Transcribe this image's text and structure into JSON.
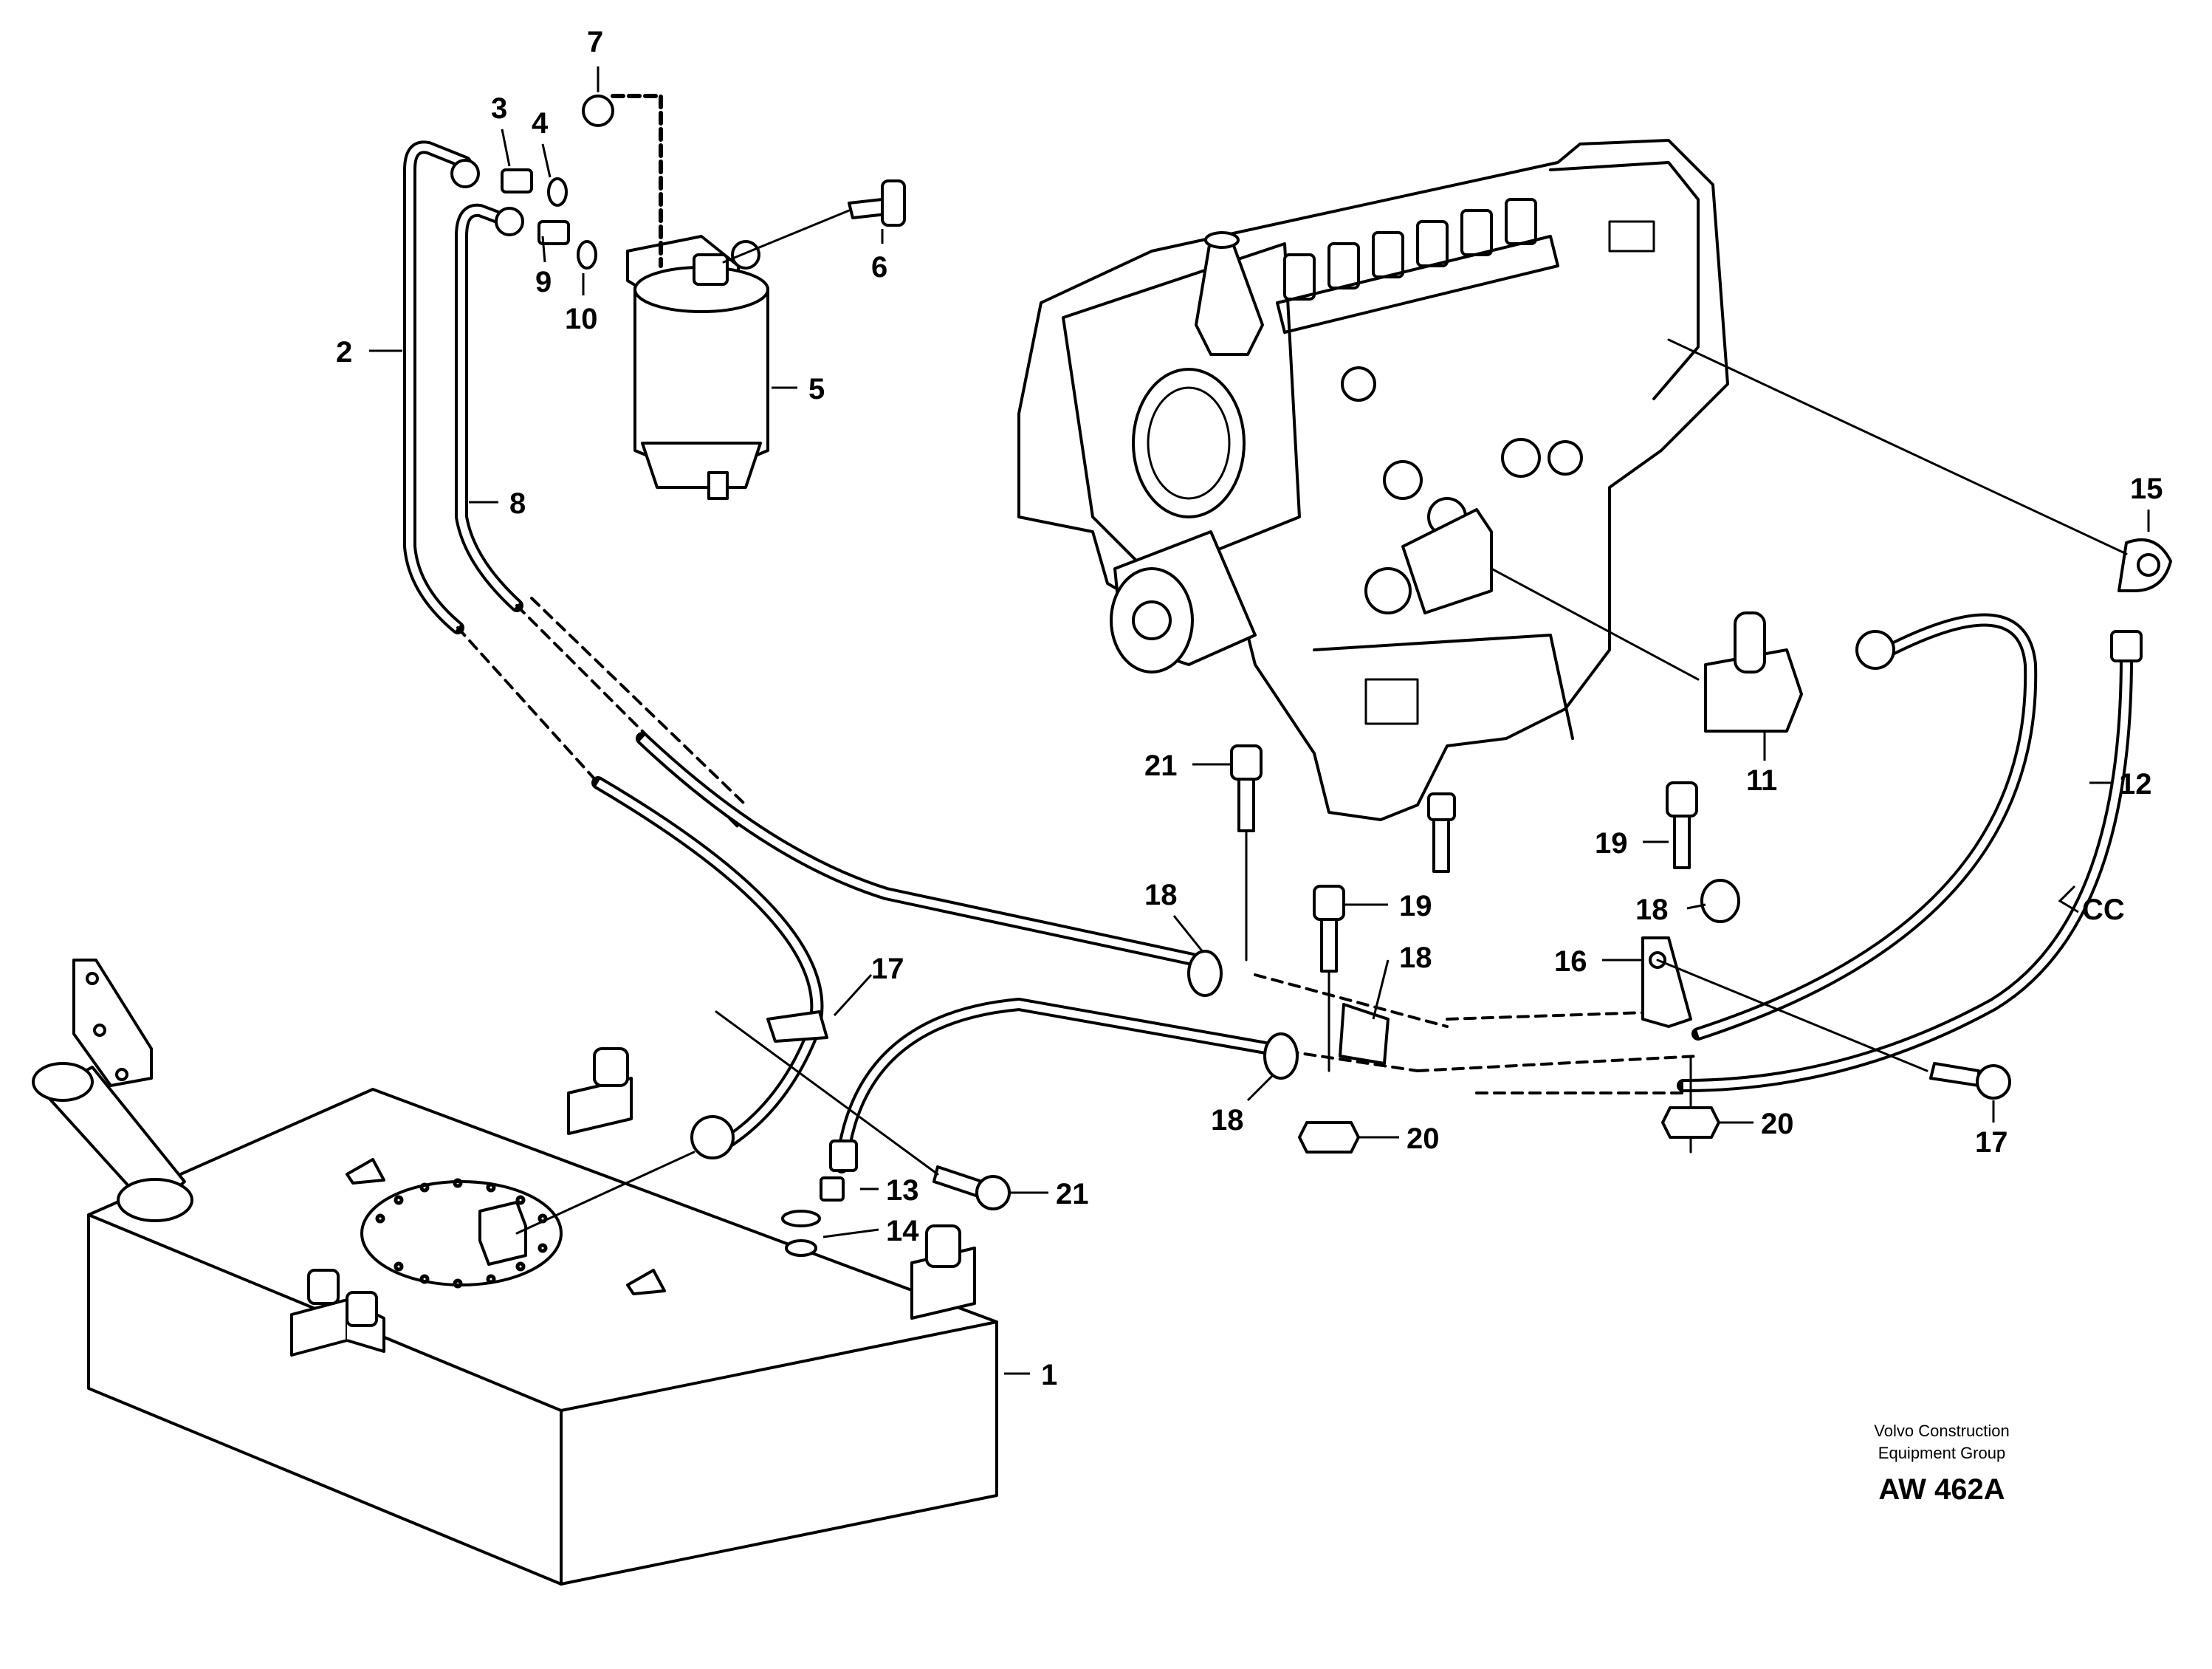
{
  "callouts": [
    {
      "id": "c1",
      "text": "1"
    },
    {
      "id": "c2",
      "text": "2"
    },
    {
      "id": "c3",
      "text": "3"
    },
    {
      "id": "c4",
      "text": "4"
    },
    {
      "id": "c5",
      "text": "5"
    },
    {
      "id": "c6",
      "text": "6"
    },
    {
      "id": "c7",
      "text": "7"
    },
    {
      "id": "c8",
      "text": "8"
    },
    {
      "id": "c9",
      "text": "9"
    },
    {
      "id": "c10",
      "text": "10"
    },
    {
      "id": "c11",
      "text": "11"
    },
    {
      "id": "c12",
      "text": "12"
    },
    {
      "id": "c13",
      "text": "13"
    },
    {
      "id": "c14",
      "text": "14"
    },
    {
      "id": "c15",
      "text": "15"
    },
    {
      "id": "c16",
      "text": "16"
    },
    {
      "id": "c17a",
      "text": "17"
    },
    {
      "id": "c17b",
      "text": "17"
    },
    {
      "id": "c18a",
      "text": "18"
    },
    {
      "id": "c18b",
      "text": "18"
    },
    {
      "id": "c18c",
      "text": "18"
    },
    {
      "id": "c18d",
      "text": "18"
    },
    {
      "id": "c19a",
      "text": "19"
    },
    {
      "id": "c19b",
      "text": "19"
    },
    {
      "id": "c20a",
      "text": "20"
    },
    {
      "id": "c20b",
      "text": "20"
    },
    {
      "id": "c21a",
      "text": "21"
    },
    {
      "id": "c21b",
      "text": "21"
    },
    {
      "id": "cCC",
      "text": "CC"
    }
  ],
  "caption": {
    "line1": "Volvo Construction",
    "line2": "Equipment Group",
    "code": "AW 462A"
  }
}
